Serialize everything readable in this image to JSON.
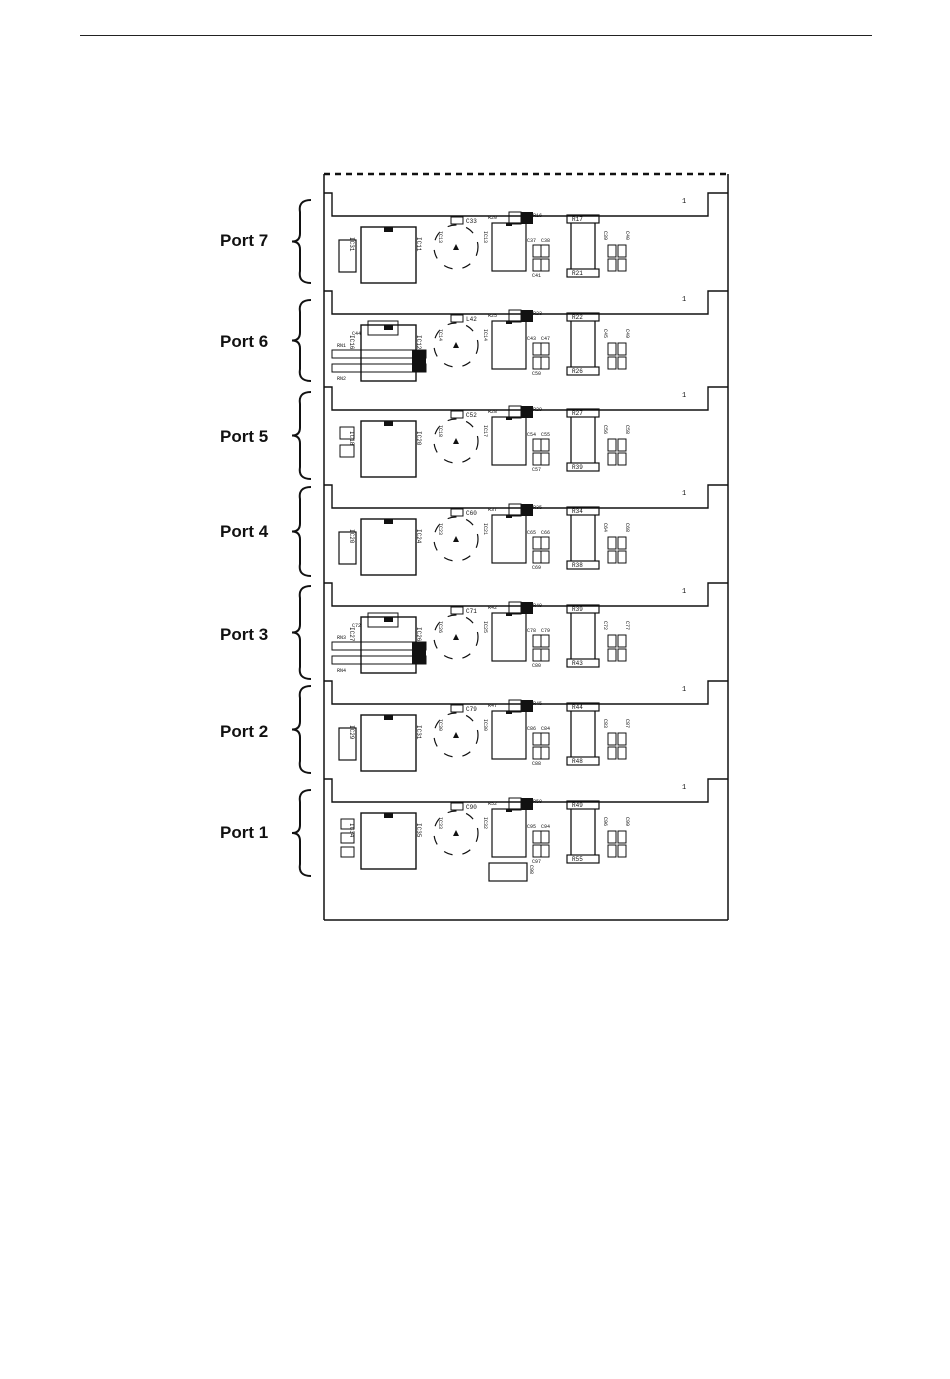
{
  "ports": [
    {
      "label": "Port 7",
      "ic1": "IC31",
      "ic2": "IC11",
      "ic3": "IC13",
      "cap_top": "C33",
      "r_top": "R17",
      "r_bot": "R21",
      "r_a": "R20",
      "r_b": "R16",
      "c_a": "C37",
      "c_b": "C38",
      "c_side": "C41",
      "edge": "1",
      "side": "IC13",
      "caps_r": [
        "C39",
        "C40"
      ]
    },
    {
      "label": "Port 6",
      "ic1": "IC16",
      "ic2": "IC12",
      "ic3": "IC14",
      "cap_top": "L42",
      "r_top": "R22",
      "r_bot": "R26",
      "r_a": "R25",
      "r_b": "R23",
      "c_a": "C43",
      "c_b": "C47",
      "c_side": "C50",
      "edge": "1",
      "side": "IC14",
      "caps_r": [
        "C45",
        "C49"
      ],
      "rn_top": "RN1",
      "rn_bot": "RN2",
      "c_box": "C44"
    },
    {
      "label": "Port 5",
      "ic1": "IC18",
      "ic2": "IC20",
      "ic3": "IC18",
      "cap_top": "C52",
      "r_top": "R27",
      "r_bot": "R39",
      "r_a": "R28",
      "r_b": "R29",
      "c_a": "C54",
      "c_b": "C55",
      "c_side": "C57",
      "edge": "1",
      "side": "IC17",
      "caps_r": [
        "C56",
        "C58"
      ]
    },
    {
      "label": "Port 4",
      "ic1": "IC20",
      "ic2": "IC24",
      "ic3": "IC23",
      "cap_top": "C60",
      "r_top": "R34",
      "r_bot": "R38",
      "r_a": "R37",
      "r_b": "R35",
      "c_a": "C65",
      "c_b": "C66",
      "c_side": "C69",
      "edge": "1",
      "side": "IC21",
      "caps_r": [
        "C64",
        "C68"
      ]
    },
    {
      "label": "Port 3",
      "ic1": "IC27",
      "ic2": "IC26",
      "ic3": "IC26",
      "cap_top": "C71",
      "r_top": "R39",
      "r_bot": "R43",
      "r_a": "R42",
      "r_b": "R40",
      "c_a": "C78",
      "c_b": "C79",
      "c_side": "C80",
      "edge": "1",
      "side": "IC25",
      "caps_r": [
        "C72",
        "C77"
      ],
      "rn_top": "RN3",
      "rn_bot": "RN4",
      "c_box": "C72"
    },
    {
      "label": "Port 2",
      "ic1": "IC29",
      "ic2": "IC31",
      "ic3": "IC30",
      "cap_top": "C79",
      "r_top": "R44",
      "r_bot": "R48",
      "r_a": "R47",
      "r_b": "R45",
      "c_a": "C86",
      "c_b": "C84",
      "c_side": "C88",
      "edge": "1",
      "side": "IC30",
      "caps_r": [
        "C83",
        "C87"
      ]
    },
    {
      "label": "Port 1",
      "ic1": "IC34",
      "ic2": "IC35",
      "ic3": "IC33",
      "cap_top": "C90",
      "r_top": "R49",
      "r_bot": "R55",
      "r_a": "R52",
      "r_b": "R50",
      "c_a": "C95",
      "c_b": "C94",
      "c_side": "C97",
      "edge": "1",
      "side": "IC32",
      "caps_r": [
        "C96",
        "C99"
      ],
      "c_bottom": "C98"
    }
  ]
}
